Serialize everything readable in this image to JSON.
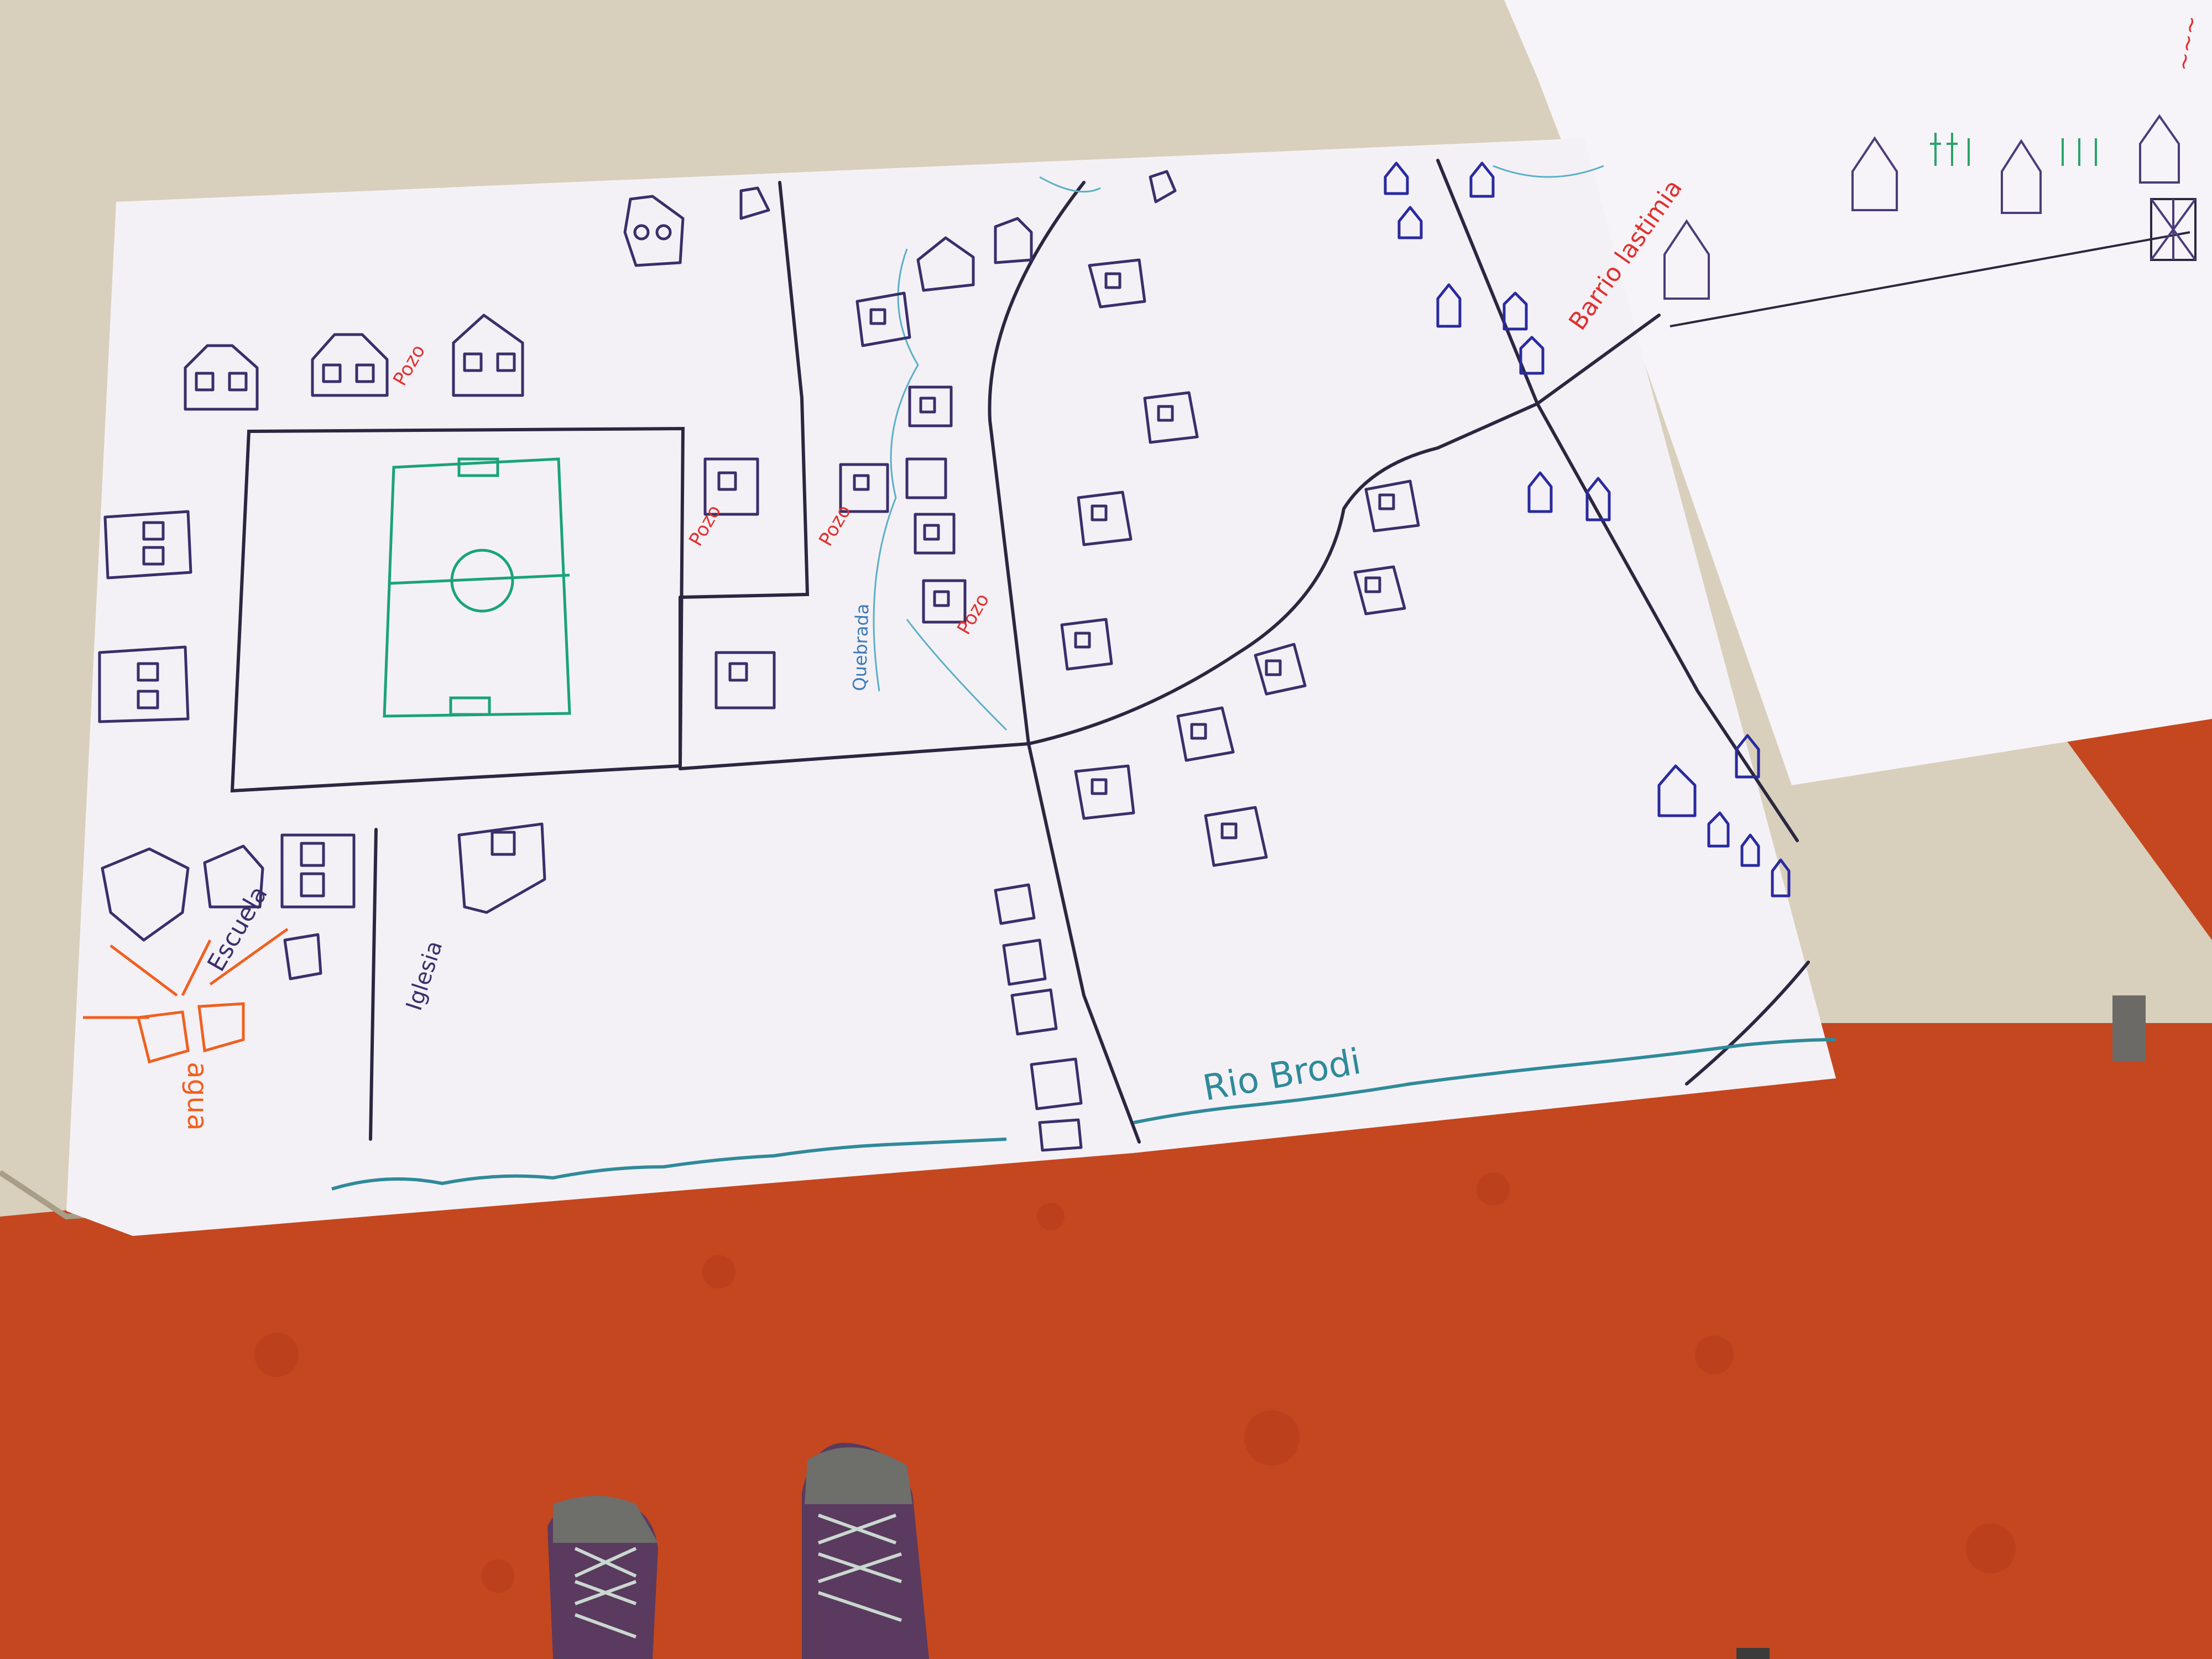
{
  "scene": {
    "colors": {
      "floor": "#c4471f",
      "table": "#d8d0bc",
      "paper": "#f4f1f6",
      "ink": "#2b2740",
      "house_ink": "#3a2f6b",
      "pitch": "#1aa37a",
      "river": "#2f8a9a",
      "red_label": "#e0302e",
      "orange": "#f06020",
      "blue_label": "#3a3aa8",
      "shoe": "#5a3a5e"
    }
  },
  "map": {
    "labels": {
      "pozo": "Pozo",
      "quebrada": "Quebrada",
      "escuela": "Escuela",
      "iglesia": "Iglesia",
      "agua": "agua",
      "rio_brodi": "Rio Brodi",
      "barrio": "Barrio lastimia"
    },
    "icons": [
      "house-icon",
      "soccer-field-icon",
      "river-icon",
      "road-icon",
      "shoe-icon",
      "tree-icon"
    ]
  }
}
